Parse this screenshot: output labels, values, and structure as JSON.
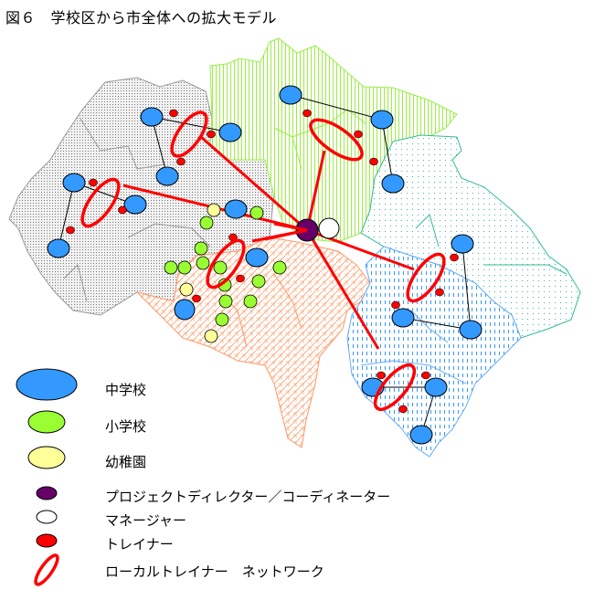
{
  "title": "図６　学校区から市全体への拡大モデル",
  "legend": {
    "junior_high": "中学校",
    "elementary": "小学校",
    "kindergarten": "幼稚園",
    "project_director": "プロジェクトディレクター／コーディネーター",
    "manager": "マネージャー",
    "trainer": "トレイナー",
    "local_network": "ローカルトレイナー　ネットワーク"
  },
  "colors": {
    "junior_high": "#3399ff",
    "elementary": "#99ff33",
    "kindergarten": "#ffff99",
    "project_director": "#660066",
    "manager": "#ffffff",
    "trainer": "#ff0000",
    "network": "#ff0000",
    "zone_gray": "#999999",
    "zone_green": "#99ff33",
    "zone_teal": "#33cc99",
    "zone_orange": "#ff9966",
    "zone_blue": "#66aaff"
  }
}
